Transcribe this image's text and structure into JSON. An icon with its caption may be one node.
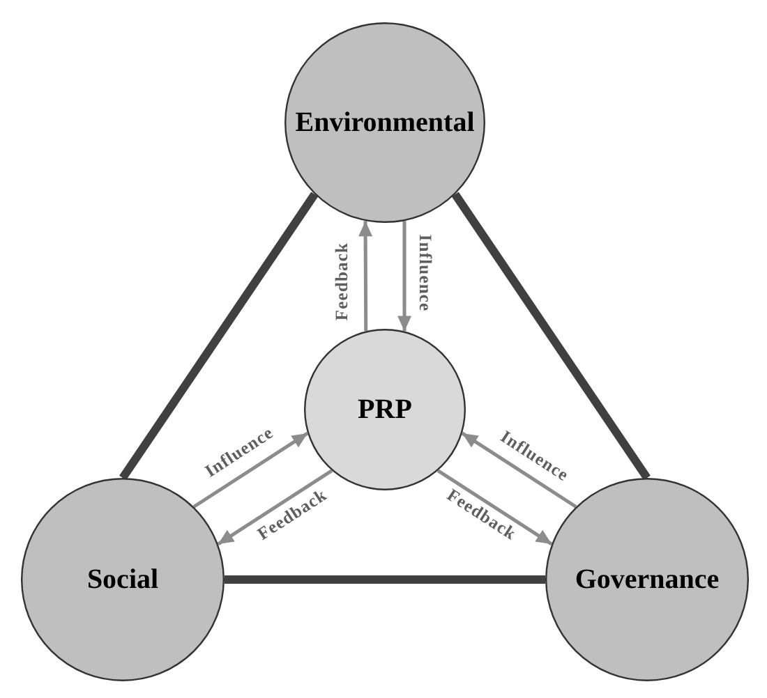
{
  "diagram": {
    "nodes": [
      {
        "text": [
          "Environmental"
        ]
      },
      {
        "text": [
          "PRP"
        ]
      },
      {
        "text": [
          "Social"
        ]
      },
      {
        "text": [
          "Governance"
        ]
      }
    ],
    "edges": [
      {
        "from": 0,
        "to": 2,
        "arrow": "none",
        "style": "thick",
        "color": "#404040"
      },
      {
        "from": 0,
        "to": 3,
        "arrow": "none",
        "style": "thick",
        "color": "#404040"
      },
      {
        "from": 2,
        "to": 3,
        "arrow": "none",
        "style": "thick",
        "color": "#404040"
      },
      {
        "from": 1,
        "to": 0,
        "arrow": "to",
        "label": "Feedback"
      },
      {
        "from": 0,
        "to": 1,
        "arrow": "to",
        "label": "Influence"
      },
      {
        "from": 2,
        "to": 1,
        "arrow": "to",
        "label": "Influence"
      },
      {
        "from": 1,
        "to": 2,
        "arrow": "to",
        "label": "Feedback"
      },
      {
        "from": 3,
        "to": 1,
        "arrow": "to",
        "label": "Influence"
      },
      {
        "from": 1,
        "to": 3,
        "arrow": "to",
        "label": "Feedback"
      }
    ]
  }
}
